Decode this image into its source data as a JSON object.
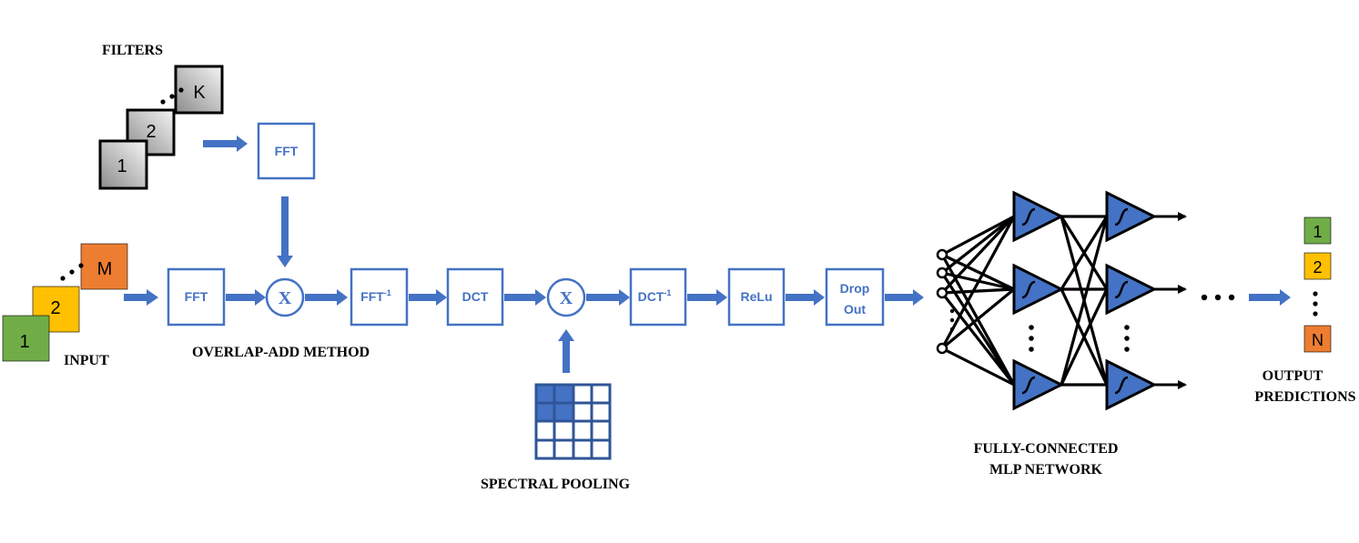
{
  "labels": {
    "filters": "FILTERS",
    "input": "INPUT",
    "overlap_add": "OVERLAP-ADD METHOD",
    "spectral_pooling": "SPECTRAL POOLING",
    "fc_line1": "FULLY-CONNECTED",
    "fc_line2": "MLP NETWORK",
    "out_line1": "OUTPUT",
    "out_line2": "PREDICTIONS"
  },
  "filters": {
    "first": "1",
    "second": "2",
    "last": "K"
  },
  "inputs": {
    "first": "1",
    "second": "2",
    "last": "M"
  },
  "outputs": {
    "first": "1",
    "second": "2",
    "last": "N"
  },
  "blocks": {
    "filter_fft": "FFT",
    "input_fft": "FFT",
    "multiply_1": "X",
    "ifft": "FFT",
    "ifft_sup": "-1",
    "dct": "DCT",
    "multiply_2": "X",
    "idct": "DCT",
    "idct_sup": "-1",
    "relu": "ReLu",
    "dropout_line1": "Drop",
    "dropout_line2": "Out"
  },
  "colors": {
    "accent_blue": "#4472C4",
    "neuron_fill": "#4472C4",
    "input_1": "#70AD47",
    "input_2": "#FFC000",
    "input_m": "#ED7D31",
    "filter_dark": "#8c8c8c",
    "filter_light": "#f2f2f2"
  }
}
